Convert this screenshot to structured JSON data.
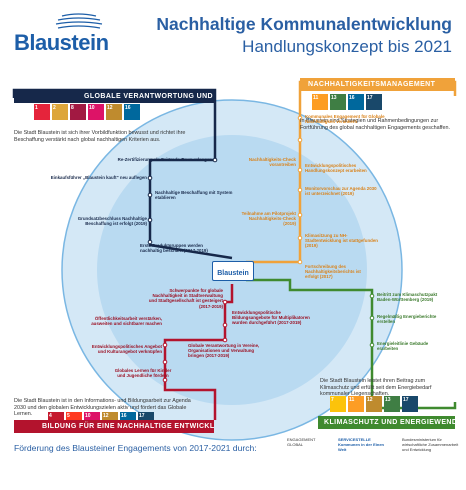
{
  "header": {
    "logo": "Blaustein",
    "title": "Nachhaltige Kommunalentwicklung",
    "subtitle": "Handlungskonzept bis 2021"
  },
  "colors": {
    "navy": "#16284a",
    "red": "#b3132d",
    "orange": "#f0a23a",
    "green": "#3f8a2f",
    "circle_outer": "#d4e8f6",
    "circle_inner": "#b9daf1",
    "ring": "#7ab7e3",
    "brand_blue": "#1d5ea8"
  },
  "quadrants": {
    "top_left": {
      "heading": "GLOBALE VERANTWORTUNG UND EINE WELT",
      "text": "Die Stadt Blaustein ist sich ihrer Vorbildfunktion bewusst und richtet ihre Beschaffung verstärkt nach global nachhaltigen Kriterien aus.",
      "sdgs": [
        "1",
        "2",
        "8",
        "10",
        "12",
        "16"
      ]
    },
    "top_right": {
      "heading": "NACHHALTIGKEITSMANAGEMENT",
      "text": "In Blaustein sind Strategien und Rahmenbedingungen zur Fortführung des global nachhaltigen Engagements geschaffen.",
      "sdgs": [
        "11",
        "13",
        "16",
        "17"
      ]
    },
    "bottom_left": {
      "heading": "BILDUNG FÜR EINE NACHHALTIGE ENTWICKLUNG",
      "text": "Die Stadt Blaustein ist in den Informations- und Bildungsarbeit zur Agenda 2030 und den globalen Entwicklungszielen aktiv und fördert das Globale Lernen.",
      "sdgs": [
        "4",
        "5",
        "10",
        "12",
        "16",
        "17"
      ]
    },
    "bottom_right": {
      "heading": "KLIMASCHUTZ UND ENERGIEWENDE",
      "text": "Die Stadt Blaustein leistet ihren Beitrag zum Klimaschutz und erfüllt seit dem Energiebedarf kommunaler Liegenschaften.",
      "sdgs": [
        "7",
        "11",
        "12",
        "13",
        "17"
      ]
    }
  },
  "center": {
    "logo": "Blaustein"
  },
  "milestones": {
    "navy": [
      "Re-Zertifizierung als Fairtrade-Town erlangen",
      "Einkaufsführer „Blaustein kauft\" neu auflegen",
      "Nachhaltige Beschaffung mit System etablieren",
      "Grundsatzbeschluss Nachhaltige Beschaffung ist erfolgt (2019)",
      "Erste Produktgruppen werden nachhaltig beschafft (2017-2019)"
    ],
    "orange": [
      "Kommunales Engagement für Globale Nachhaltigkeit verankern",
      "Nachhaltigkeits-Check vorantreiben",
      "Entwicklungspolitisches Handlungskonzept erarbeiten",
      "Monitorvorschau zur Agenda 2030 ist unterzeichnet (2019)",
      "Teilnahme am Pilotprojekt Nachhaltigkeits-Check (2019)",
      "Klimasitzung zu NH-Stadtentwicklung ist stattgefunden (2019)",
      "Fortschreibung des Nachhaltigkeitsberichts ist erfolgt (2017)"
    ],
    "red": [
      "Schwerpunkte für globale Nachhaltigkeit in Stadtverwaltung und Stadtgesellschaft ist gesteigert (2017-2019)",
      "Entwicklungspolitische Bildungsangebote für Multiplikatoren wurden durchgeführt (2017-2019)",
      "Öffentlichkeitsarbeit verstärken, ausweiten und sichtbarer machen",
      "Globale Verantwortung in Vereine, Organisationen und Verwaltung bringen (2017-2019)",
      "Entwicklungspolitisches Angebot und Kulturangebot verknüpfen",
      "Globales Lernen für Kinder und Jugendliche fördern"
    ],
    "green": [
      "Beitritt zum Klimaschutzpakt Baden-Württemberg (2019)",
      "Regelmäßig Energieberichte erstellen",
      "Energieleitlinie Gebäude erarbeiten"
    ]
  },
  "footer": {
    "text": "Förderung des Blausteiner Engagements von 2017-2021 durch:",
    "partners": [
      "ENGAGEMENT GLOBAL",
      "SERVICESTELLE Kommunen in der Einen Welt",
      "Bundesministerium für wirtschaftliche Zusammenarbeit und Entwicklung"
    ]
  }
}
